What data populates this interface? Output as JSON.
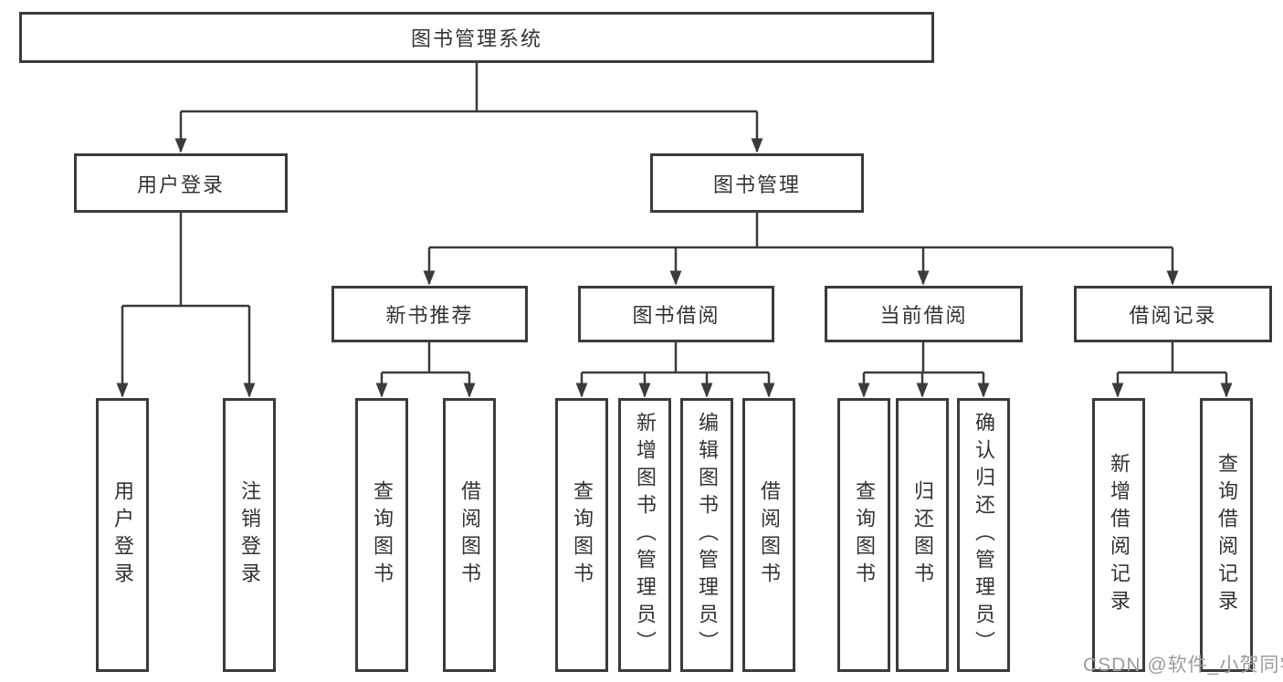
{
  "diagram": {
    "root": "图书管理系统",
    "level2": [
      "用户登录",
      "图书管理"
    ],
    "level3": [
      "新书推荐",
      "图书借阅",
      "当前借阅",
      "借阅记录"
    ],
    "leaves": {
      "user_login": [
        "用户登录",
        "注销登录"
      ],
      "new_book_rec": [
        "查询图书",
        "借阅图书"
      ],
      "book_borrow": [
        "查询图书",
        "新增图书（管理员）",
        "编辑图书（管理员）",
        "借阅图书"
      ],
      "current_borrow": [
        "查询图书",
        "归还图书",
        "确认归还（管理员）"
      ],
      "borrow_record": [
        "新增借阅记录",
        "查询借阅记录"
      ]
    },
    "watermark": "CSDN @软件_小贺同学",
    "colors": {
      "line": "#3b3b3b",
      "text": "#333333",
      "watermark": "#9c9c9c",
      "background": "#ffffff"
    }
  }
}
